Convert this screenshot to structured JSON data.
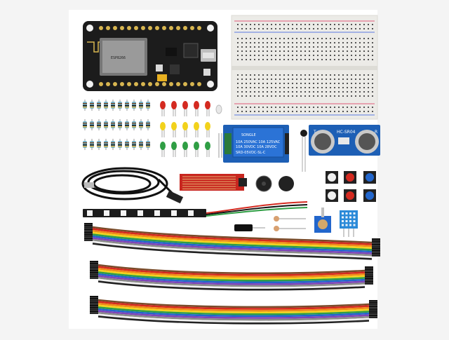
{
  "colors": {
    "background": "#f4f4f4",
    "photo_bg": "#ffffff",
    "pcb_black": "#1c1c1c",
    "pcb_blue": "#1d5fb5",
    "pcb_red": "#c8261f",
    "breadboard": "#ecebe7",
    "wire_colors": [
      "#7a4b2a",
      "#d42a20",
      "#f08a18",
      "#f2d21c",
      "#2f9e44",
      "#2266cc",
      "#7d44b8",
      "#8a8a8a",
      "#f0f0f0",
      "#222222"
    ]
  },
  "labels": {
    "relay_brand": "SONGLE",
    "relay_rating_1": "10A 250VAC 10A 125VAC",
    "relay_rating_2": "10A 30VDC 10A 28VDC",
    "relay_model": "SRD-05VDC-SL-C",
    "sonar_model": "HC-SR04",
    "sonar_t": "T",
    "sonar_r": "R",
    "mcu_text": "ESP8266"
  },
  "components": [
    {
      "name": "nodemcu-esp8266-board"
    },
    {
      "name": "breadboard"
    },
    {
      "name": "resistors"
    },
    {
      "name": "leds"
    },
    {
      "name": "relay-module"
    },
    {
      "name": "ultrasonic-sensor"
    },
    {
      "name": "usb-cable"
    },
    {
      "name": "water-level-sensor"
    },
    {
      "name": "buzzers"
    },
    {
      "name": "push-buttons"
    },
    {
      "name": "led-strip"
    },
    {
      "name": "potentiometer"
    },
    {
      "name": "dht11-sensor"
    },
    {
      "name": "jumper-wires"
    }
  ]
}
